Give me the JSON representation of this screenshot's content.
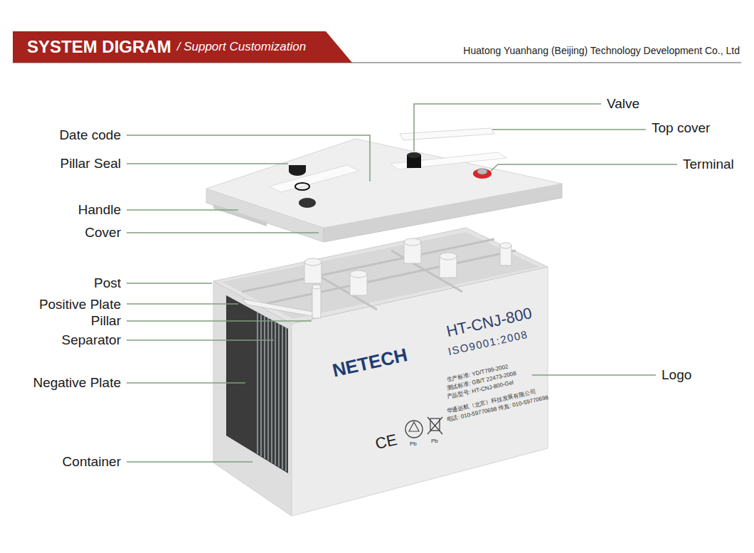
{
  "diagram": {
    "nodes": [
      {
        "text": [
          "SYSTEM DIGRAM",
          "/ Support Customization"
        ]
      }
    ],
    "labels": [
      "Huatong Yuanhang (Beijing) Technology Development Co., Ltd",
      "Valve",
      "Date code",
      "Top cover",
      "Pillar Seal",
      "Terminal",
      "Handle",
      "Cover",
      "Post",
      "Positive Plate",
      "Pillar",
      "Separator",
      "Negative Plate",
      "Logo",
      "Container",
      "HT-CNJ-800",
      "ISO9001:2008",
      "NETECH",
      "生产标准: YD/T799-2002",
      "测试标准: GB/T 22473-2008",
      "产品型号: HT-CNJ-800-Gel",
      "华通远航（北京）科技发展有限公司",
      "电话: 010-59770698 传真: 010-59770698",
      "CE",
      "Pb",
      "Pb"
    ]
  }
}
